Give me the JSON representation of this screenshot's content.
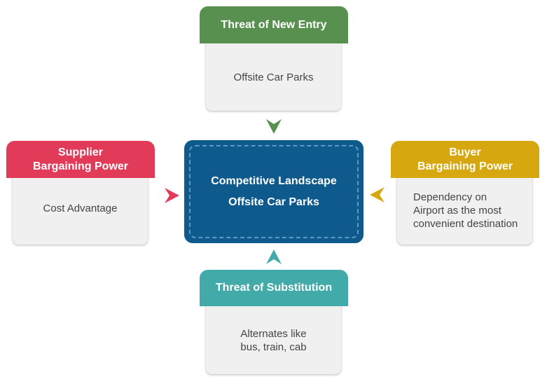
{
  "center": {
    "line1": "Competitive Landscape",
    "line2": "Offsite Car Parks"
  },
  "top": {
    "title": "Threat of New Entry",
    "body": "Offsite Car Parks",
    "color": "#58914f"
  },
  "left": {
    "title_line1": "Supplier",
    "title_line2": "Bargaining Power",
    "body": "Cost Advantage",
    "color": "#e23b5a"
  },
  "right": {
    "title_line1": "Buyer",
    "title_line2": "Bargaining Power",
    "body_lines": [
      "Dependency on",
      "Airport as the most",
      "convenient destination"
    ],
    "color": "#d7a710"
  },
  "bottom": {
    "title": "Threat of Substitution",
    "body_lines": [
      "Alternates like",
      "bus, train, cab"
    ],
    "color": "#43aaaa"
  }
}
